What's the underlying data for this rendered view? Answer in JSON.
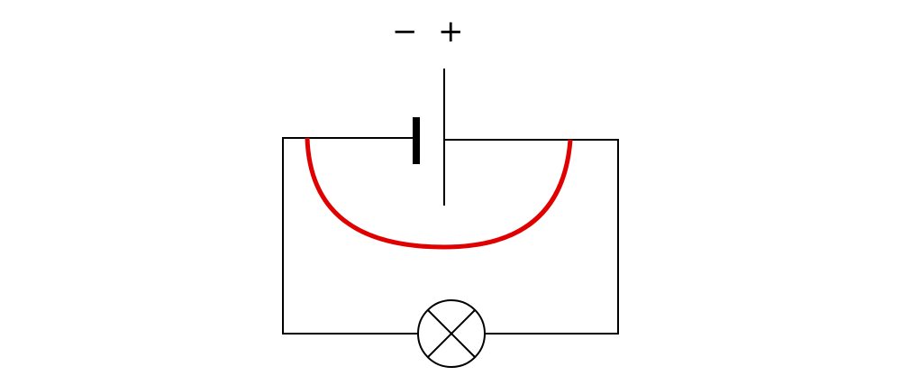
{
  "labels": {
    "negative_terminal": "−",
    "positive_terminal": "+"
  },
  "components": {
    "battery": "battery-cell",
    "lamp": "lamp-cross-symbol",
    "short_wire": "short-circuit-wire"
  },
  "colors": {
    "wire": "#000000",
    "short_circuit": "#e00000",
    "background": "#ffffff"
  }
}
